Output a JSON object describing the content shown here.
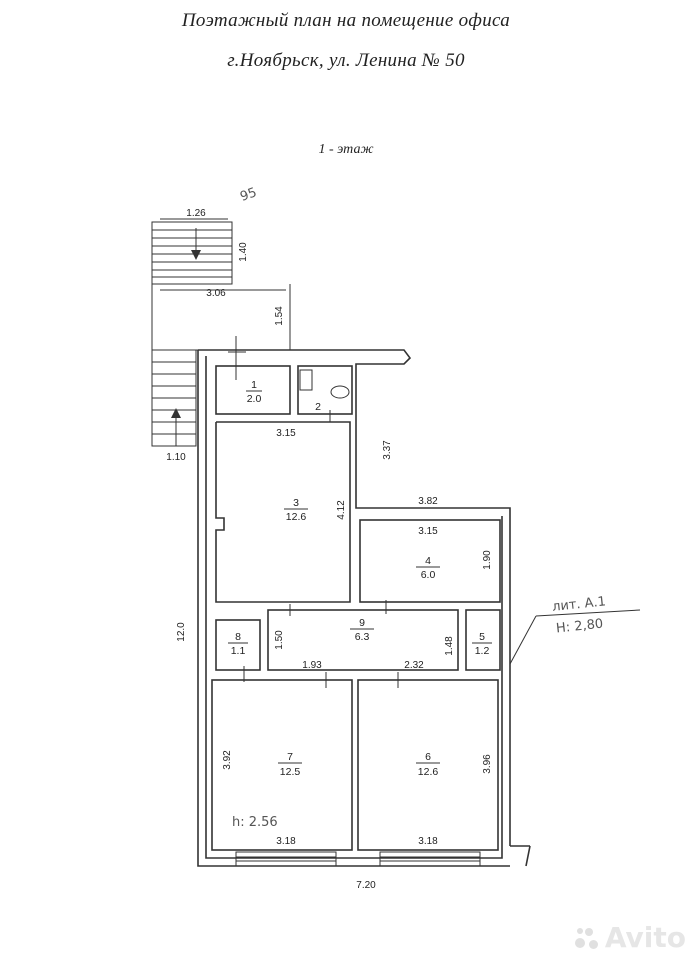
{
  "header": {
    "title": "Поэтажный план на помещение офиса",
    "address": "г.Ноябрьск, ул. Ленина № 50",
    "floor": "1 - этаж"
  },
  "rooms": [
    {
      "num": "1",
      "area": "2.0"
    },
    {
      "num": "2",
      "area": ""
    },
    {
      "num": "3",
      "area": "12.6"
    },
    {
      "num": "4",
      "area": "6.0"
    },
    {
      "num": "5",
      "area": "1.2"
    },
    {
      "num": "6",
      "area": "12.6"
    },
    {
      "num": "7",
      "area": "12.5"
    },
    {
      "num": "8",
      "area": "1.1"
    },
    {
      "num": "9",
      "area": "6.3"
    }
  ],
  "dimensions": {
    "stair_top_width": "1.26",
    "stair_top_height": "1.40",
    "porch_width": "3.06",
    "porch_height": "1.54",
    "stair_bottom_width": "1.10",
    "room3_width": "3.15",
    "room3_height": "4.12",
    "right_wall": "3.37",
    "room4_outer": "3.82",
    "room4_width": "3.15",
    "room4_height": "1.90",
    "total_height": "12.0",
    "corridor_height": "1.50",
    "corridor_seg_left": "1.93",
    "corridor_seg_right": "2.32",
    "room5_height": "1.48",
    "room7_height": "3.92",
    "room6_height": "3.96",
    "room7_width": "3.18",
    "room6_width": "3.18",
    "total_width": "7.20"
  },
  "handwritten": {
    "top_note": "95",
    "lit": "лит. А.1",
    "height_main": "H: 2,80",
    "height_room7": "h: 2.56"
  },
  "watermark": "Avito"
}
